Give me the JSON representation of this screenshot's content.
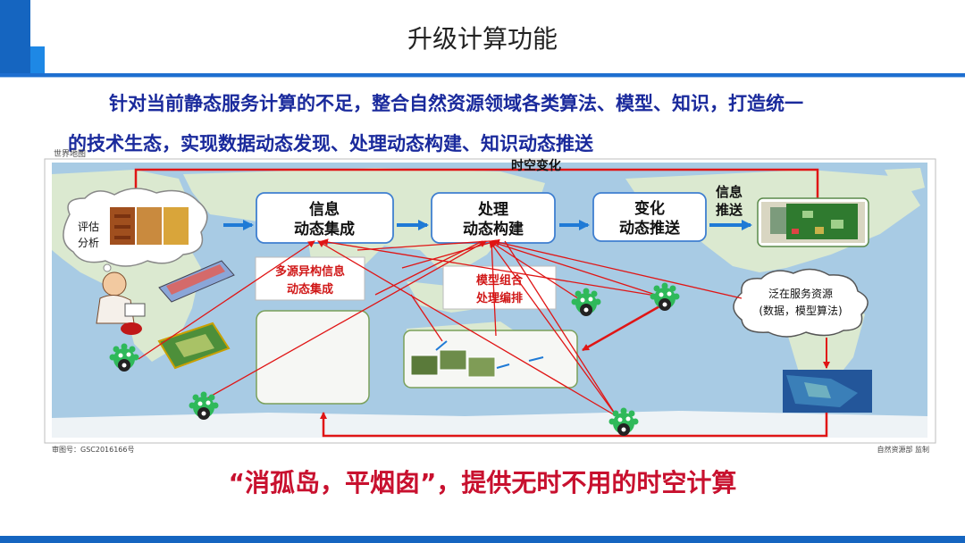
{
  "header": {
    "title": "升级计算功能"
  },
  "intro": {
    "line1": "针对当前静态服务计算的不足，整合自然资源领域各类算法、模型、知识，打造统一",
    "line2": "的技术生态，实现数据动态发现、处理动态构建、知识动态推送"
  },
  "map": {
    "caption_top": "世界地图",
    "approval_no": "审图号：GSC2016166号",
    "publisher": "自然资源部  监制"
  },
  "diagram": {
    "assess": [
      "评估",
      "分析"
    ],
    "box_info": [
      "信息",
      "动态集成"
    ],
    "box_process": [
      "处理",
      "动态构建"
    ],
    "box_change": [
      "变化",
      "动态推送"
    ],
    "push_label": [
      "信息",
      "推送"
    ],
    "spacetime_label": "时空变化",
    "multisource": [
      "多源异构信息",
      "动态集成"
    ],
    "model_combo": [
      "模型组合",
      "处理编排"
    ],
    "pan_service": [
      "泛在服务资源",
      "(数据，模型算法)"
    ]
  },
  "footer": {
    "slogan": "“消孤岛，平烟囱”，提供无时不用的时空计算"
  },
  "colors": {
    "accent_blue": "#1565c0",
    "arrow_red": "#e01515",
    "text_blue": "#1a2a9c",
    "slogan_red": "#c8102e"
  }
}
